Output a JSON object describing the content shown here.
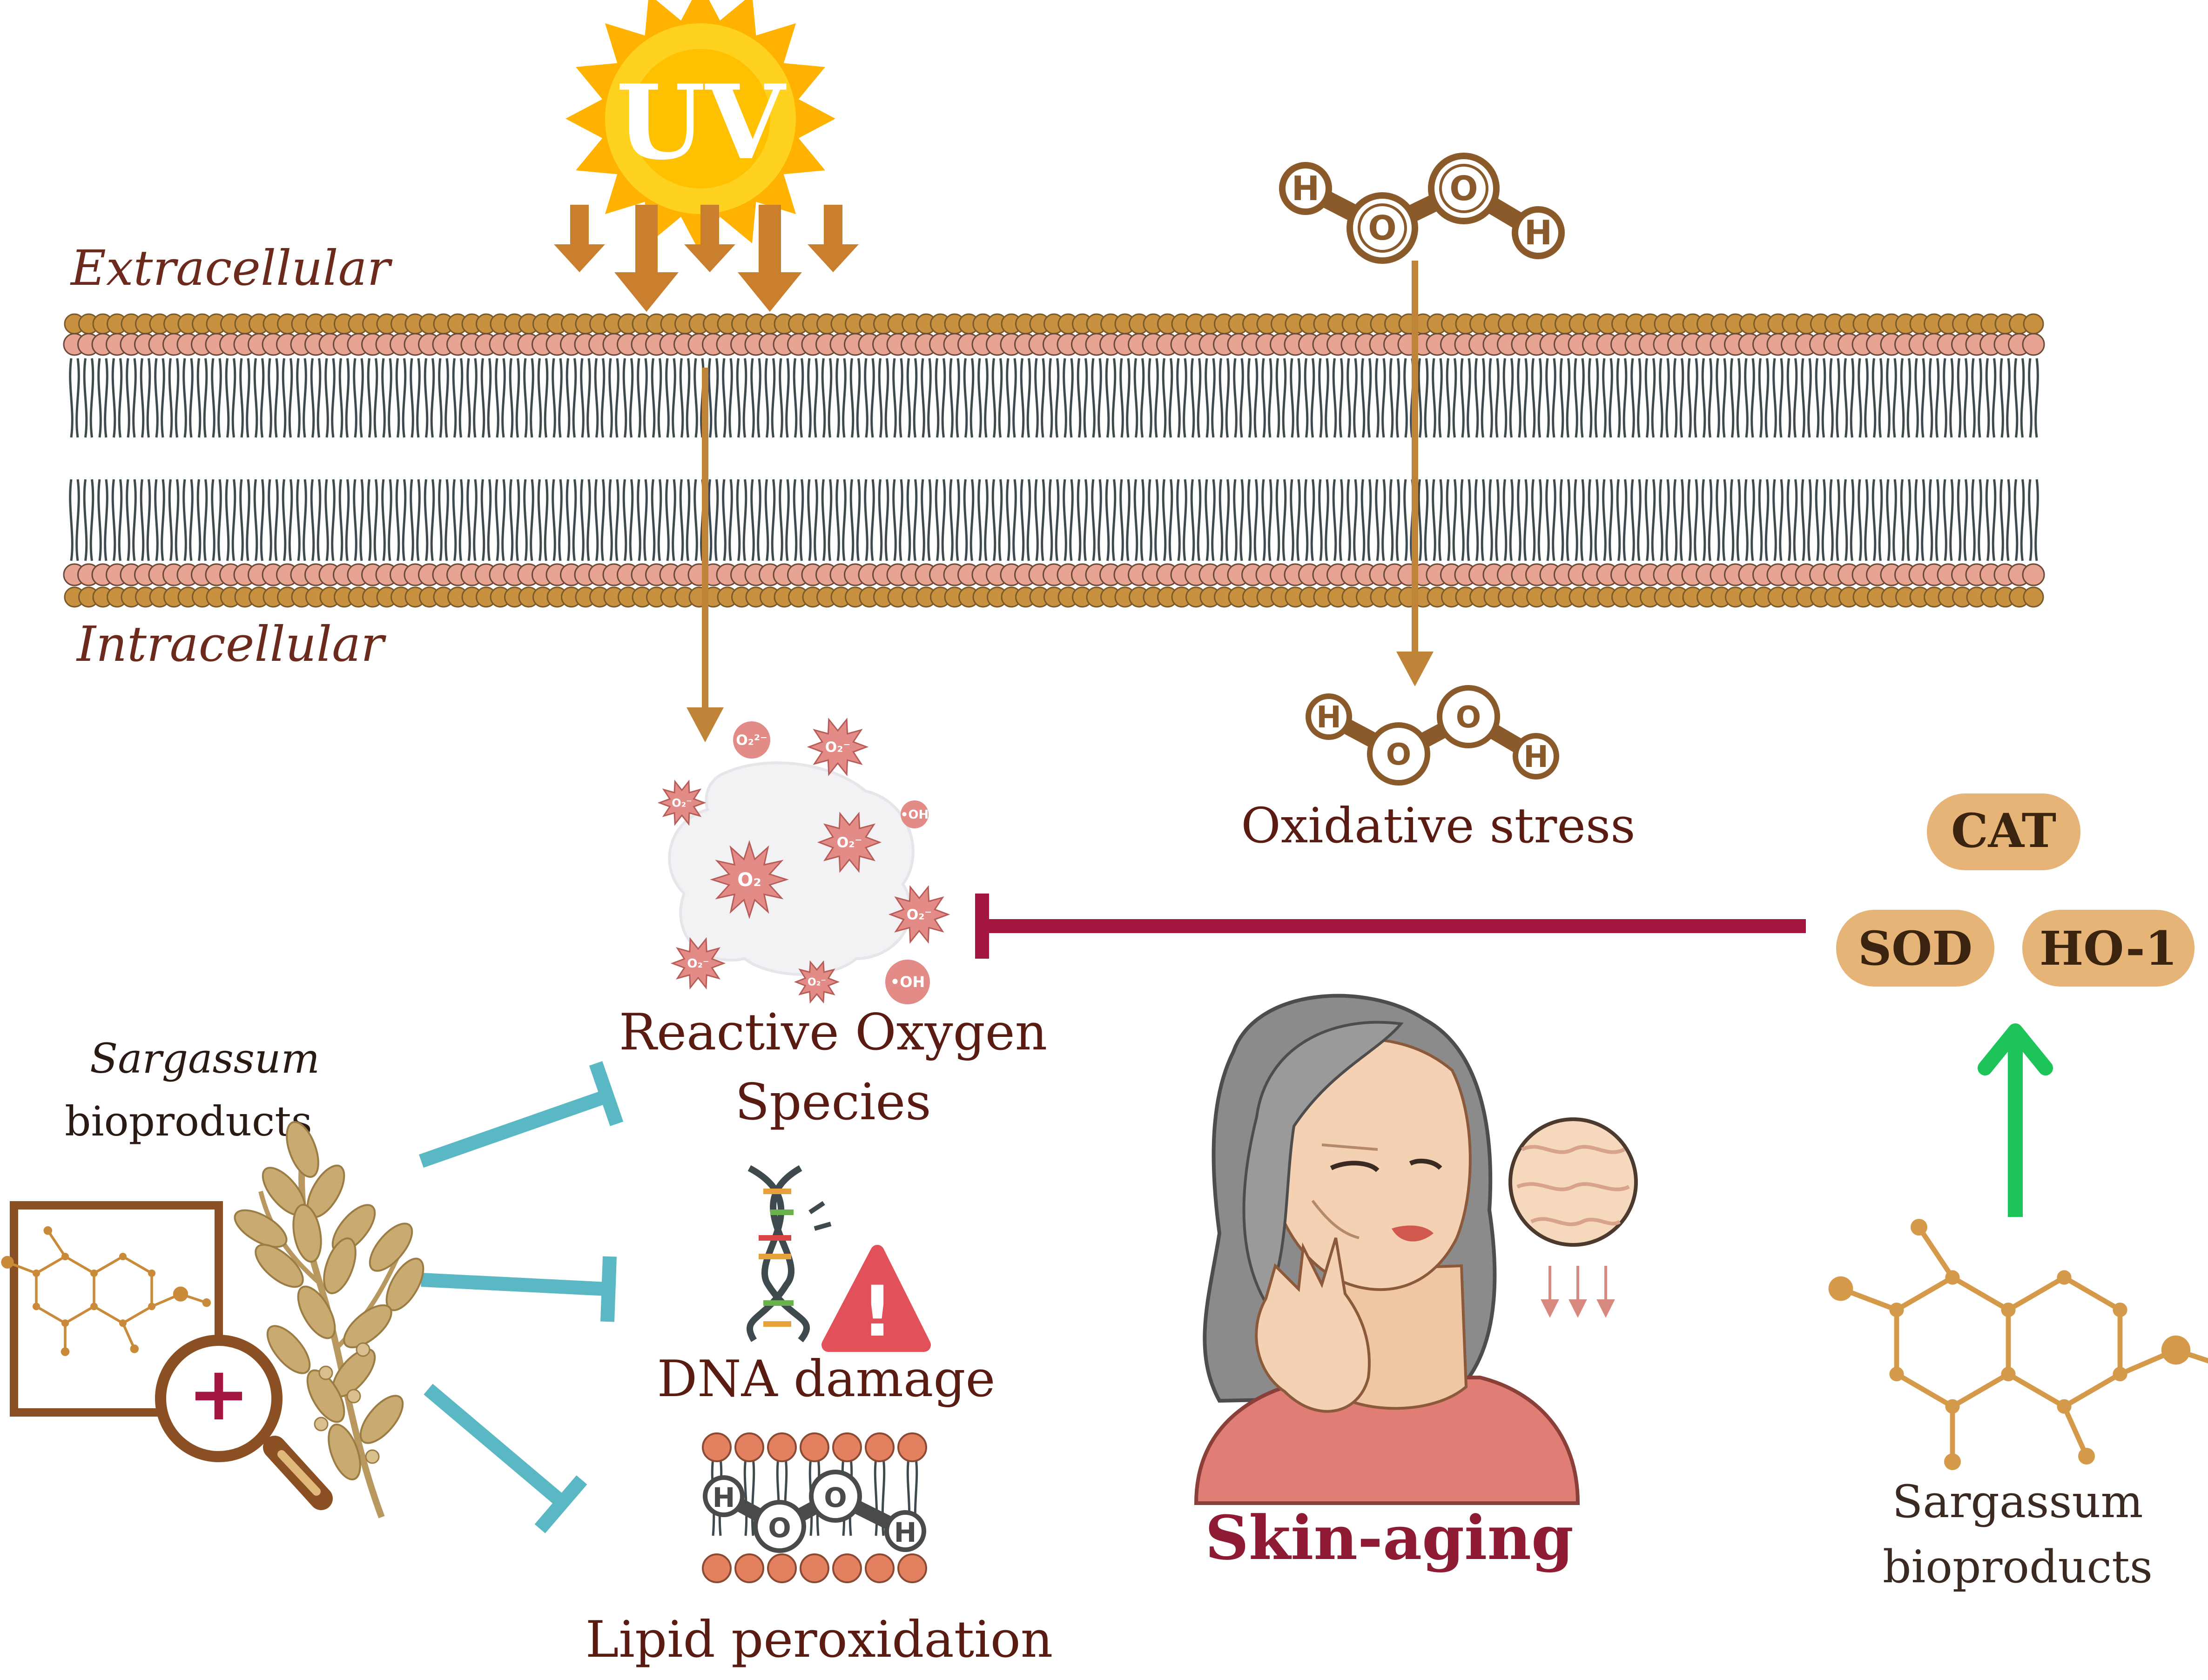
{
  "labels": {
    "extracellular": "Extracellular",
    "intracellular": "Intracellular",
    "uv": "UV",
    "ros_line1": "Reactive Oxygen",
    "ros_line2": "Species",
    "oxidative_stress": "Oxidative stress",
    "dna_damage": "DNA damage",
    "lipid_peroxidation": "Lipid peroxidation",
    "skin_aging": "Skin-aging",
    "sarg_left_line1": "Sargassum",
    "sarg_left_line2": "bioproducts",
    "sarg_right_line1": "Sargassum",
    "sarg_right_line2": "bioproducts",
    "warning_mark": "!",
    "zoom_plus": "+"
  },
  "enzymes": [
    "CAT",
    "SOD",
    "HO-1"
  ],
  "molecule_atoms": {
    "h": "H",
    "o": "O"
  },
  "ros_species": {
    "o2_2minus": "O₂²⁻",
    "o2_minus": "O₂⁻",
    "o2": "O₂",
    "oh": "•OH"
  },
  "colors": {
    "dark_red_text": "#5a1b12",
    "brown_text": "#6b2a1c",
    "membrane_head_pink": "#e8a493",
    "membrane_head_gold": "#c8913f",
    "membrane_tail": "#3e4a4d",
    "sun_yellow": "#ffd21f",
    "sun_orange": "#ffb300",
    "arrow_brown": "#c08438",
    "inhibit_red": "#a3163f",
    "inhibit_teal": "#5ab7c4",
    "up_green": "#1cc45a",
    "enzyme_fill": "#e6b476",
    "ros_pink": "#e38b86"
  },
  "icons": [
    "sun-icon",
    "membrane-icon",
    "hydrogen-peroxide-icon",
    "ros-cloud-icon",
    "dna-icon",
    "warning-icon",
    "lipid-bilayer-icon",
    "aging-woman-icon",
    "magnifier-icon",
    "seaweed-icon",
    "molecule-icon"
  ]
}
